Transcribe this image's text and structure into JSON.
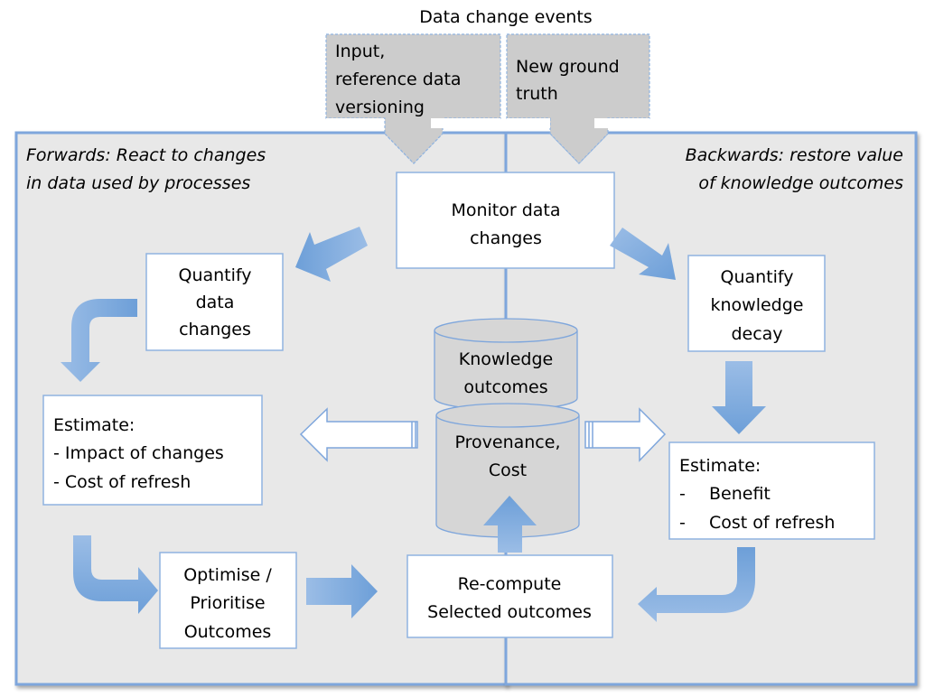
{
  "title": "Data change events",
  "events": [
    {
      "lines": [
        "Input,",
        "reference data",
        "versioning"
      ]
    },
    {
      "lines": [
        "New ground",
        "truth"
      ]
    }
  ],
  "panels": {
    "forwards": {
      "lines": [
        "Forwards: React to changes",
        "in data used by processes"
      ]
    },
    "backwards": {
      "lines": [
        "Backwards: restore value",
        "of knowledge outcomes"
      ]
    }
  },
  "boxes": {
    "monitor": {
      "lines": [
        "Monitor data",
        "changes"
      ]
    },
    "quantify_data": {
      "lines": [
        "Quantify",
        "data",
        "changes"
      ]
    },
    "quantify_knowledge": {
      "lines": [
        "Quantify",
        "knowledge",
        "decay"
      ]
    },
    "estimate_left": {
      "lines": [
        "Estimate:",
        "- Impact of changes",
        "- Cost of refresh"
      ]
    },
    "estimate_right": {
      "heading": "Estimate:",
      "items": [
        "Benefit",
        "Cost of refresh"
      ],
      "bullet": "-"
    },
    "optimise": {
      "lines": [
        "Optimise /",
        "Prioritise",
        "Outcomes"
      ]
    },
    "recompute": {
      "lines": [
        "Re-compute",
        "Selected outcomes"
      ]
    }
  },
  "stores": {
    "knowledge": {
      "lines": [
        "Knowledge",
        "outcomes"
      ]
    },
    "provenance": {
      "lines": [
        "Provenance,",
        "Cost"
      ]
    }
  },
  "colors": {
    "panel_fill": "#e8e8e8",
    "panel_border": "#7ea6dc",
    "event_fill": "#cccccc",
    "store_fill": "#d6d6d6",
    "arrow_light": "#9bbde6",
    "arrow_dark": "#6d9fd8",
    "box_border": "#7ea6dc"
  }
}
